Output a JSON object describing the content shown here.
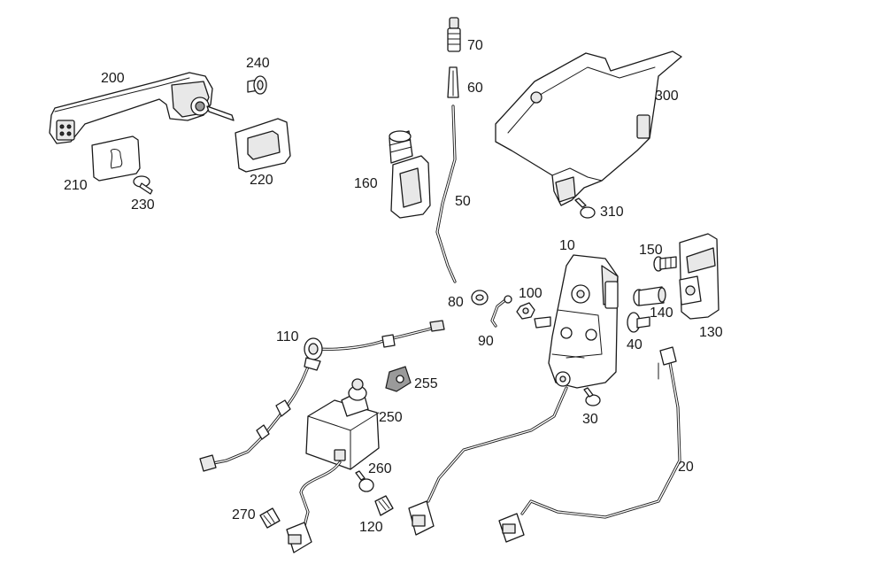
{
  "callouts": {
    "c10": "10",
    "c20": "20",
    "c30": "30",
    "c40": "40",
    "c50": "50",
    "c60": "60",
    "c70": "70",
    "c80": "80",
    "c90": "90",
    "c100": "100",
    "c110": "110",
    "c120": "120",
    "c130": "130",
    "c140": "140",
    "c150": "150",
    "c160": "160",
    "c200": "200",
    "c210": "210",
    "c220": "220",
    "c230": "230",
    "c240": "240",
    "c250": "250",
    "c255": "255",
    "c260": "260",
    "c270": "270",
    "c300": "300",
    "c310": "310"
  }
}
